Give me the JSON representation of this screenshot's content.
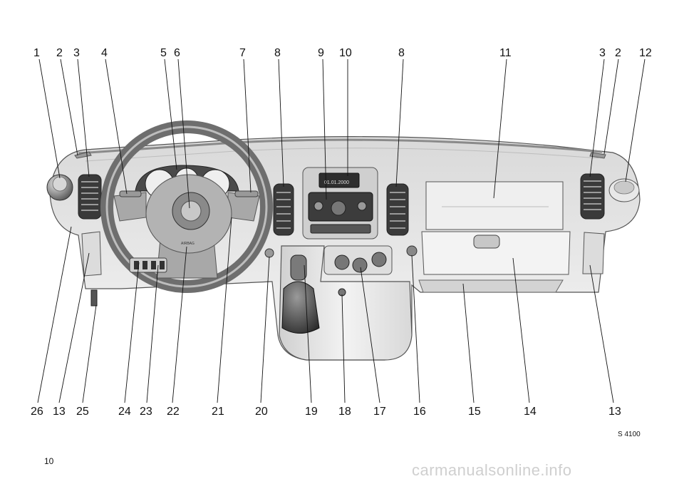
{
  "callouts_top": [
    "1",
    "2",
    "3",
    "4",
    "5",
    "6",
    "7",
    "8",
    "9",
    "10",
    "8",
    "11",
    "3",
    "2",
    "12"
  ],
  "callouts_bottom": [
    "26",
    "13",
    "25",
    "24",
    "23",
    "22",
    "21",
    "20",
    "19",
    "18",
    "17",
    "16",
    "15",
    "14",
    "13"
  ],
  "figure_ref": "S 4100",
  "page_number": "10",
  "watermark": "carmanualsonline.info",
  "radio_display": "01.01.2000",
  "airbag_label": "AIRBAG"
}
